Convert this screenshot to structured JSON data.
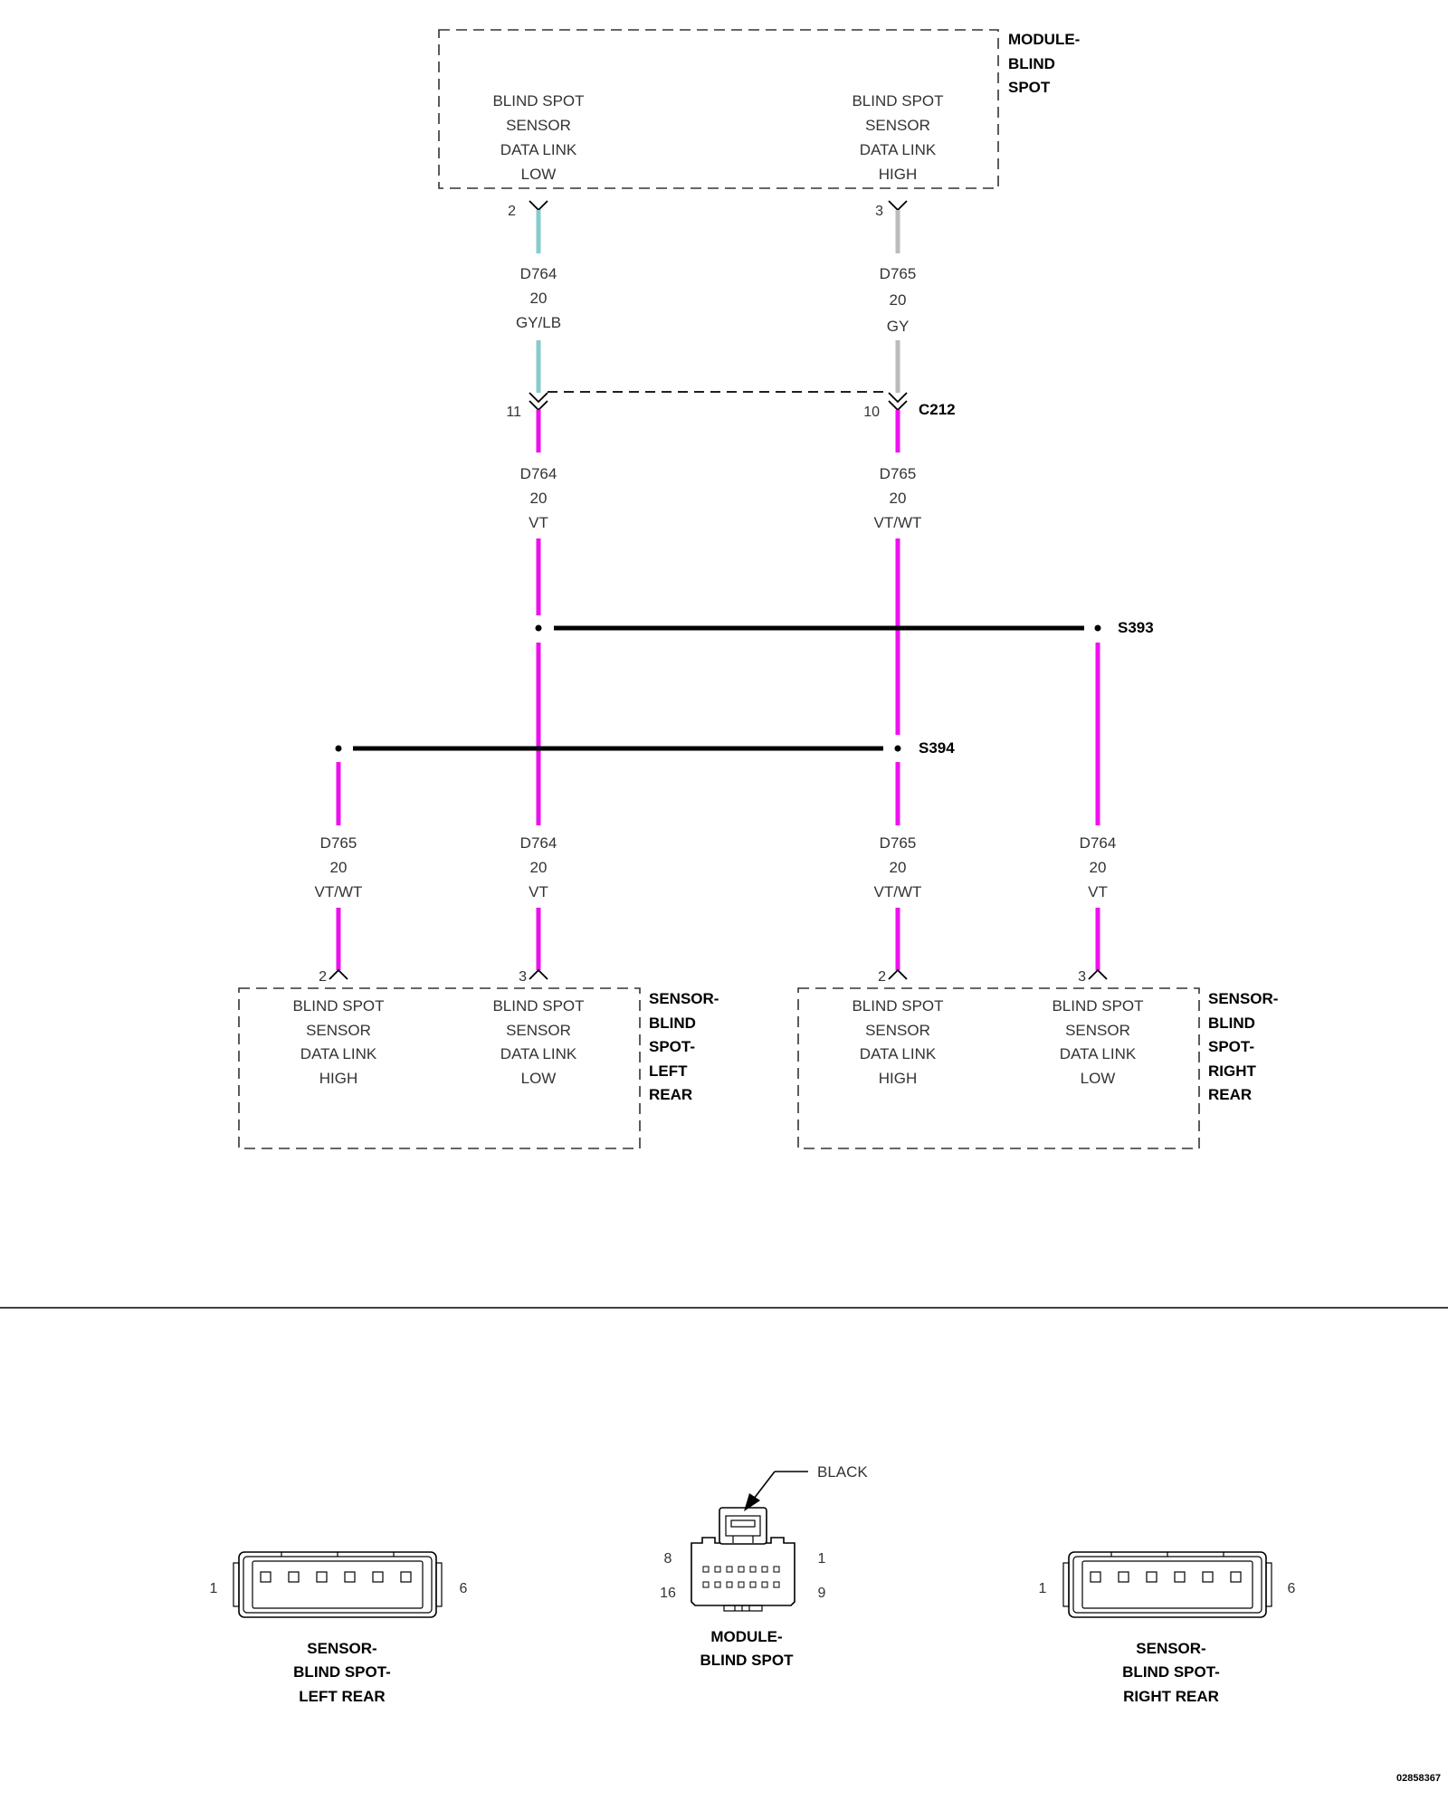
{
  "module": {
    "name": [
      "MODULE-",
      "BLIND",
      "SPOT"
    ],
    "pin_low": [
      "BLIND SPOT",
      "SENSOR",
      "DATA LINK",
      "LOW"
    ],
    "pin_high": [
      "BLIND SPOT",
      "SENSOR",
      "DATA LINK",
      "HIGH"
    ],
    "pin_low_num": "2",
    "pin_high_num": "3"
  },
  "wires_upper": {
    "left": [
      "D764",
      "20",
      "GY/LB"
    ],
    "right": [
      "D765",
      "20",
      "GY"
    ]
  },
  "connector_c212": {
    "name": "C212",
    "pin_left": "11",
    "pin_right": "10"
  },
  "wires_middle": {
    "left": [
      "D764",
      "20",
      "VT"
    ],
    "right": [
      "D765",
      "20",
      "VT/WT"
    ]
  },
  "splices": {
    "s393": "S393",
    "s394": "S394"
  },
  "wires_lower": {
    "w1": [
      "D765",
      "20",
      "VT/WT"
    ],
    "w2": [
      "D764",
      "20",
      "VT"
    ],
    "w3": [
      "D765",
      "20",
      "VT/WT"
    ],
    "w4": [
      "D764",
      "20",
      "VT"
    ]
  },
  "sensor_left": {
    "name": [
      "SENSOR-",
      "BLIND",
      "SPOT-",
      "LEFT",
      "REAR"
    ],
    "pin_high": [
      "BLIND SPOT",
      "SENSOR",
      "DATA LINK",
      "HIGH"
    ],
    "pin_low": [
      "BLIND SPOT",
      "SENSOR",
      "DATA LINK",
      "LOW"
    ],
    "pin_high_num": "2",
    "pin_low_num": "3"
  },
  "sensor_right": {
    "name": [
      "SENSOR-",
      "BLIND",
      "SPOT-",
      "RIGHT",
      "REAR"
    ],
    "pin_high": [
      "BLIND SPOT",
      "SENSOR",
      "DATA LINK",
      "HIGH"
    ],
    "pin_low": [
      "BLIND SPOT",
      "SENSOR",
      "DATA LINK",
      "LOW"
    ],
    "pin_high_num": "2",
    "pin_low_num": "3"
  },
  "connector_views": {
    "left": {
      "caption": [
        "SENSOR-",
        "BLIND SPOT-",
        "LEFT REAR"
      ],
      "pin_first": "1",
      "pin_last": "6"
    },
    "module": {
      "caption": [
        "MODULE-",
        "BLIND SPOT"
      ],
      "color": "BLACK",
      "pin_tl": "8",
      "pin_tr": "1",
      "pin_bl": "16",
      "pin_br": "9"
    },
    "right": {
      "caption": [
        "SENSOR-",
        "BLIND SPOT-",
        "RIGHT REAR"
      ],
      "pin_first": "1",
      "pin_last": "6"
    }
  },
  "figure_id": "02858367",
  "colors": {
    "magenta": "#ee11ee",
    "cyan": "#88cccc",
    "gray": "#bbbbbb"
  }
}
